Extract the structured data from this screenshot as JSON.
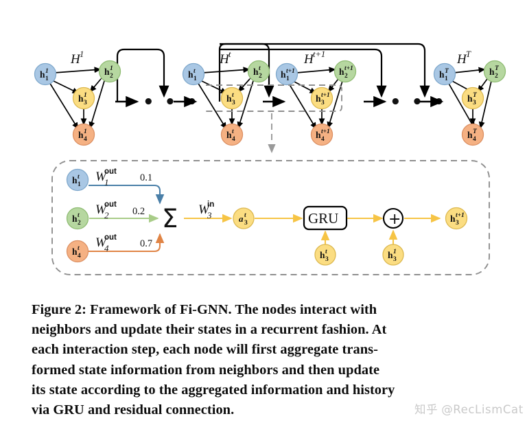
{
  "figure": {
    "id": "figure-2",
    "caption_lines": [
      "Figure 2: Framework of Fi-GNN. The nodes interact with",
      "neighbors and update their states in a recurrent fashion. At",
      "each interaction step, each node will first aggregate trans-",
      "formed state information from neighbors and then update",
      "its state according to the aggregated information and history",
      "via GRU and residual connection."
    ],
    "watermark": {
      "logo": "知乎",
      "handle": "@RecLismCat"
    }
  },
  "colors": {
    "node_blue_fill": "#a9c7e4",
    "node_blue_stroke": "#7fa8cc",
    "node_green_fill": "#b6d7a0",
    "node_green_stroke": "#8fbc73",
    "node_yellow_fill": "#fbdd82",
    "node_yellow_stroke": "#dcb84f",
    "node_orange_fill": "#f5b183",
    "node_orange_stroke": "#dc9063",
    "edge_black": "#000000",
    "dashed_gray": "#8f8f8f",
    "flow_yellow": "#f6c445",
    "arrow_blue": "#4a7fa8",
    "arrow_green": "#a8cc88",
    "arrow_orange": "#e08445"
  },
  "top_diagram": {
    "name": "recurrent-graph-timeline",
    "steps": [
      {
        "id": "step-1",
        "graph_label": "H",
        "graph_label_sup": "1",
        "nodes": [
          {
            "id": "h1-1",
            "base": "h",
            "sub": "1",
            "sup": "1",
            "color": "blue"
          },
          {
            "id": "h2-1",
            "base": "h",
            "sub": "2",
            "sup": "1",
            "color": "green"
          },
          {
            "id": "h3-1",
            "base": "h",
            "sub": "3",
            "sup": "1",
            "color": "yellow"
          },
          {
            "id": "h4-1",
            "base": "h",
            "sub": "4",
            "sup": "1",
            "color": "orange"
          }
        ]
      },
      {
        "id": "step-t",
        "graph_label": "H",
        "graph_label_sup": "t",
        "nodes": [
          {
            "id": "h1-t",
            "base": "h",
            "sub": "1",
            "sup": "t",
            "color": "blue"
          },
          {
            "id": "h2-t",
            "base": "h",
            "sub": "2",
            "sup": "t",
            "color": "green"
          },
          {
            "id": "h3-t",
            "base": "h",
            "sub": "3",
            "sup": "t",
            "color": "yellow"
          },
          {
            "id": "h4-t",
            "base": "h",
            "sub": "4",
            "sup": "t",
            "color": "orange"
          }
        ]
      },
      {
        "id": "step-t-plus-1",
        "graph_label": "H",
        "graph_label_sup": "t+1",
        "nodes": [
          {
            "id": "h1-t1",
            "base": "h",
            "sub": "1",
            "sup": "t+1",
            "color": "blue"
          },
          {
            "id": "h2-t1",
            "base": "h",
            "sub": "2",
            "sup": "t+1",
            "color": "green"
          },
          {
            "id": "h3-t1",
            "base": "h",
            "sub": "3",
            "sup": "t+1",
            "color": "yellow"
          },
          {
            "id": "h4-t1",
            "base": "h",
            "sub": "4",
            "sup": "t+1",
            "color": "orange"
          }
        ]
      },
      {
        "id": "step-T",
        "graph_label": "H",
        "graph_label_sup": "T",
        "nodes": [
          {
            "id": "h1-T",
            "base": "h",
            "sub": "1",
            "sup": "T",
            "color": "blue"
          },
          {
            "id": "h2-T",
            "base": "h",
            "sub": "2",
            "sup": "T",
            "color": "green"
          },
          {
            "id": "h3-T",
            "base": "h",
            "sub": "3",
            "sup": "T",
            "color": "yellow"
          },
          {
            "id": "h4-T",
            "base": "h",
            "sub": "4",
            "sup": "T",
            "color": "orange"
          }
        ]
      }
    ],
    "ellipsis": "• • •"
  },
  "detail_box": {
    "name": "node-update-detail",
    "inputs": [
      {
        "id": "in-1",
        "base": "h",
        "sub": "1",
        "sup": "t",
        "color": "blue",
        "weight_label": "W",
        "weight_sub": "1",
        "weight_sup": "out",
        "value": "0.1"
      },
      {
        "id": "in-2",
        "base": "h",
        "sub": "2",
        "sup": "t",
        "color": "green",
        "weight_label": "W",
        "weight_sub": "2",
        "weight_sup": "out",
        "value": "0.2"
      },
      {
        "id": "in-4",
        "base": "h",
        "sub": "4",
        "sup": "t",
        "color": "orange",
        "weight_label": "W",
        "weight_sub": "4",
        "weight_sup": "out",
        "value": "0.7"
      }
    ],
    "sum_symbol": "Σ",
    "transform": {
      "label": "W",
      "sub": "3",
      "sup": "in"
    },
    "aggregate_node": {
      "base": "a",
      "sub": "3",
      "sup": "t",
      "color": "yellow"
    },
    "gru_label": "GRU",
    "gru_state_node": {
      "base": "h",
      "sub": "3",
      "sup": "t",
      "color": "yellow"
    },
    "add_symbol": "+",
    "residual_node": {
      "base": "h",
      "sub": "3",
      "sup": "1",
      "color": "yellow"
    },
    "output_node": {
      "base": "h",
      "sub": "3",
      "sup": "t+1",
      "color": "yellow"
    }
  }
}
